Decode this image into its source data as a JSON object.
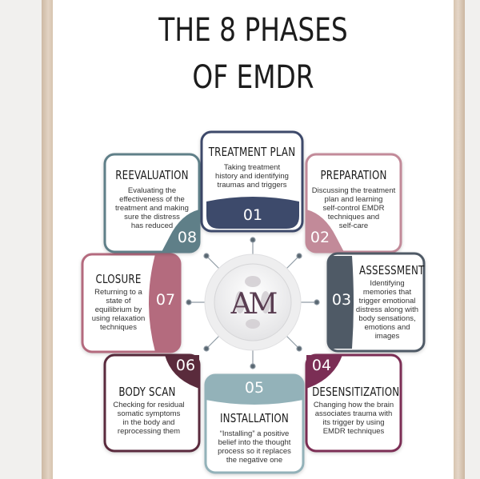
{
  "title": {
    "line1": "THE 8 PHASES",
    "line2": "OF EMDR"
  },
  "logo_text": "AM",
  "colors": {
    "navy": "#3d4a6b",
    "mauve": "#c28a99",
    "slate": "#4f5a66",
    "plum": "#7b2e55",
    "teal": "#93b2b9",
    "wine": "#5a2b3c",
    "rose": "#b46b7e",
    "steel": "#5f7f88"
  },
  "phases": [
    {
      "id": "treatment-plan",
      "number": "01",
      "title": "TREATMENT PLAN",
      "description": [
        "Taking treatment",
        "history and identifying",
        "traumas and triggers"
      ],
      "color": "#3d4a6b"
    },
    {
      "id": "preparation",
      "number": "02",
      "title": "PREPARATION",
      "description": [
        "Discussing the treatment",
        "plan and learning",
        "self-control EMDR",
        "techniques and",
        "self-care"
      ],
      "color": "#c28a99"
    },
    {
      "id": "assessment",
      "number": "03",
      "title": "ASSESSMENT",
      "description": [
        "Identifying",
        "memories that",
        "trigger emotional",
        "distress along with",
        "body sensations,",
        "emotions and",
        "images"
      ],
      "color": "#4f5a66"
    },
    {
      "id": "desensitization",
      "number": "04",
      "title": "DESENSITIZATION",
      "description": [
        "Changing how the brain",
        "associates trauma with",
        "its trigger by using",
        "EMDR techniques"
      ],
      "color": "#7b2e55"
    },
    {
      "id": "installation",
      "number": "05",
      "title": "INSTALLATION",
      "description": [
        "“Installing” a positive",
        "belief into the thought",
        "process so it replaces",
        "the negative one"
      ],
      "color": "#93b2b9"
    },
    {
      "id": "body-scan",
      "number": "06",
      "title": "BODY SCAN",
      "description": [
        "Checking for residual",
        "somatic symptoms",
        "in the body and",
        "reprocessing them"
      ],
      "color": "#5a2b3c"
    },
    {
      "id": "closure",
      "number": "07",
      "title": "CLOSURE",
      "description": [
        "Returning to a",
        "state of",
        "equilibrium by",
        "using relaxation",
        "techniques"
      ],
      "color": "#b46b7e"
    },
    {
      "id": "reevaluation",
      "number": "08",
      "title": "REEVALUATION",
      "description": [
        "Evaluating the",
        "effectiveness of the",
        "treatment and making",
        "sure the distress",
        "has reduced"
      ],
      "color": "#5f7f88"
    }
  ]
}
